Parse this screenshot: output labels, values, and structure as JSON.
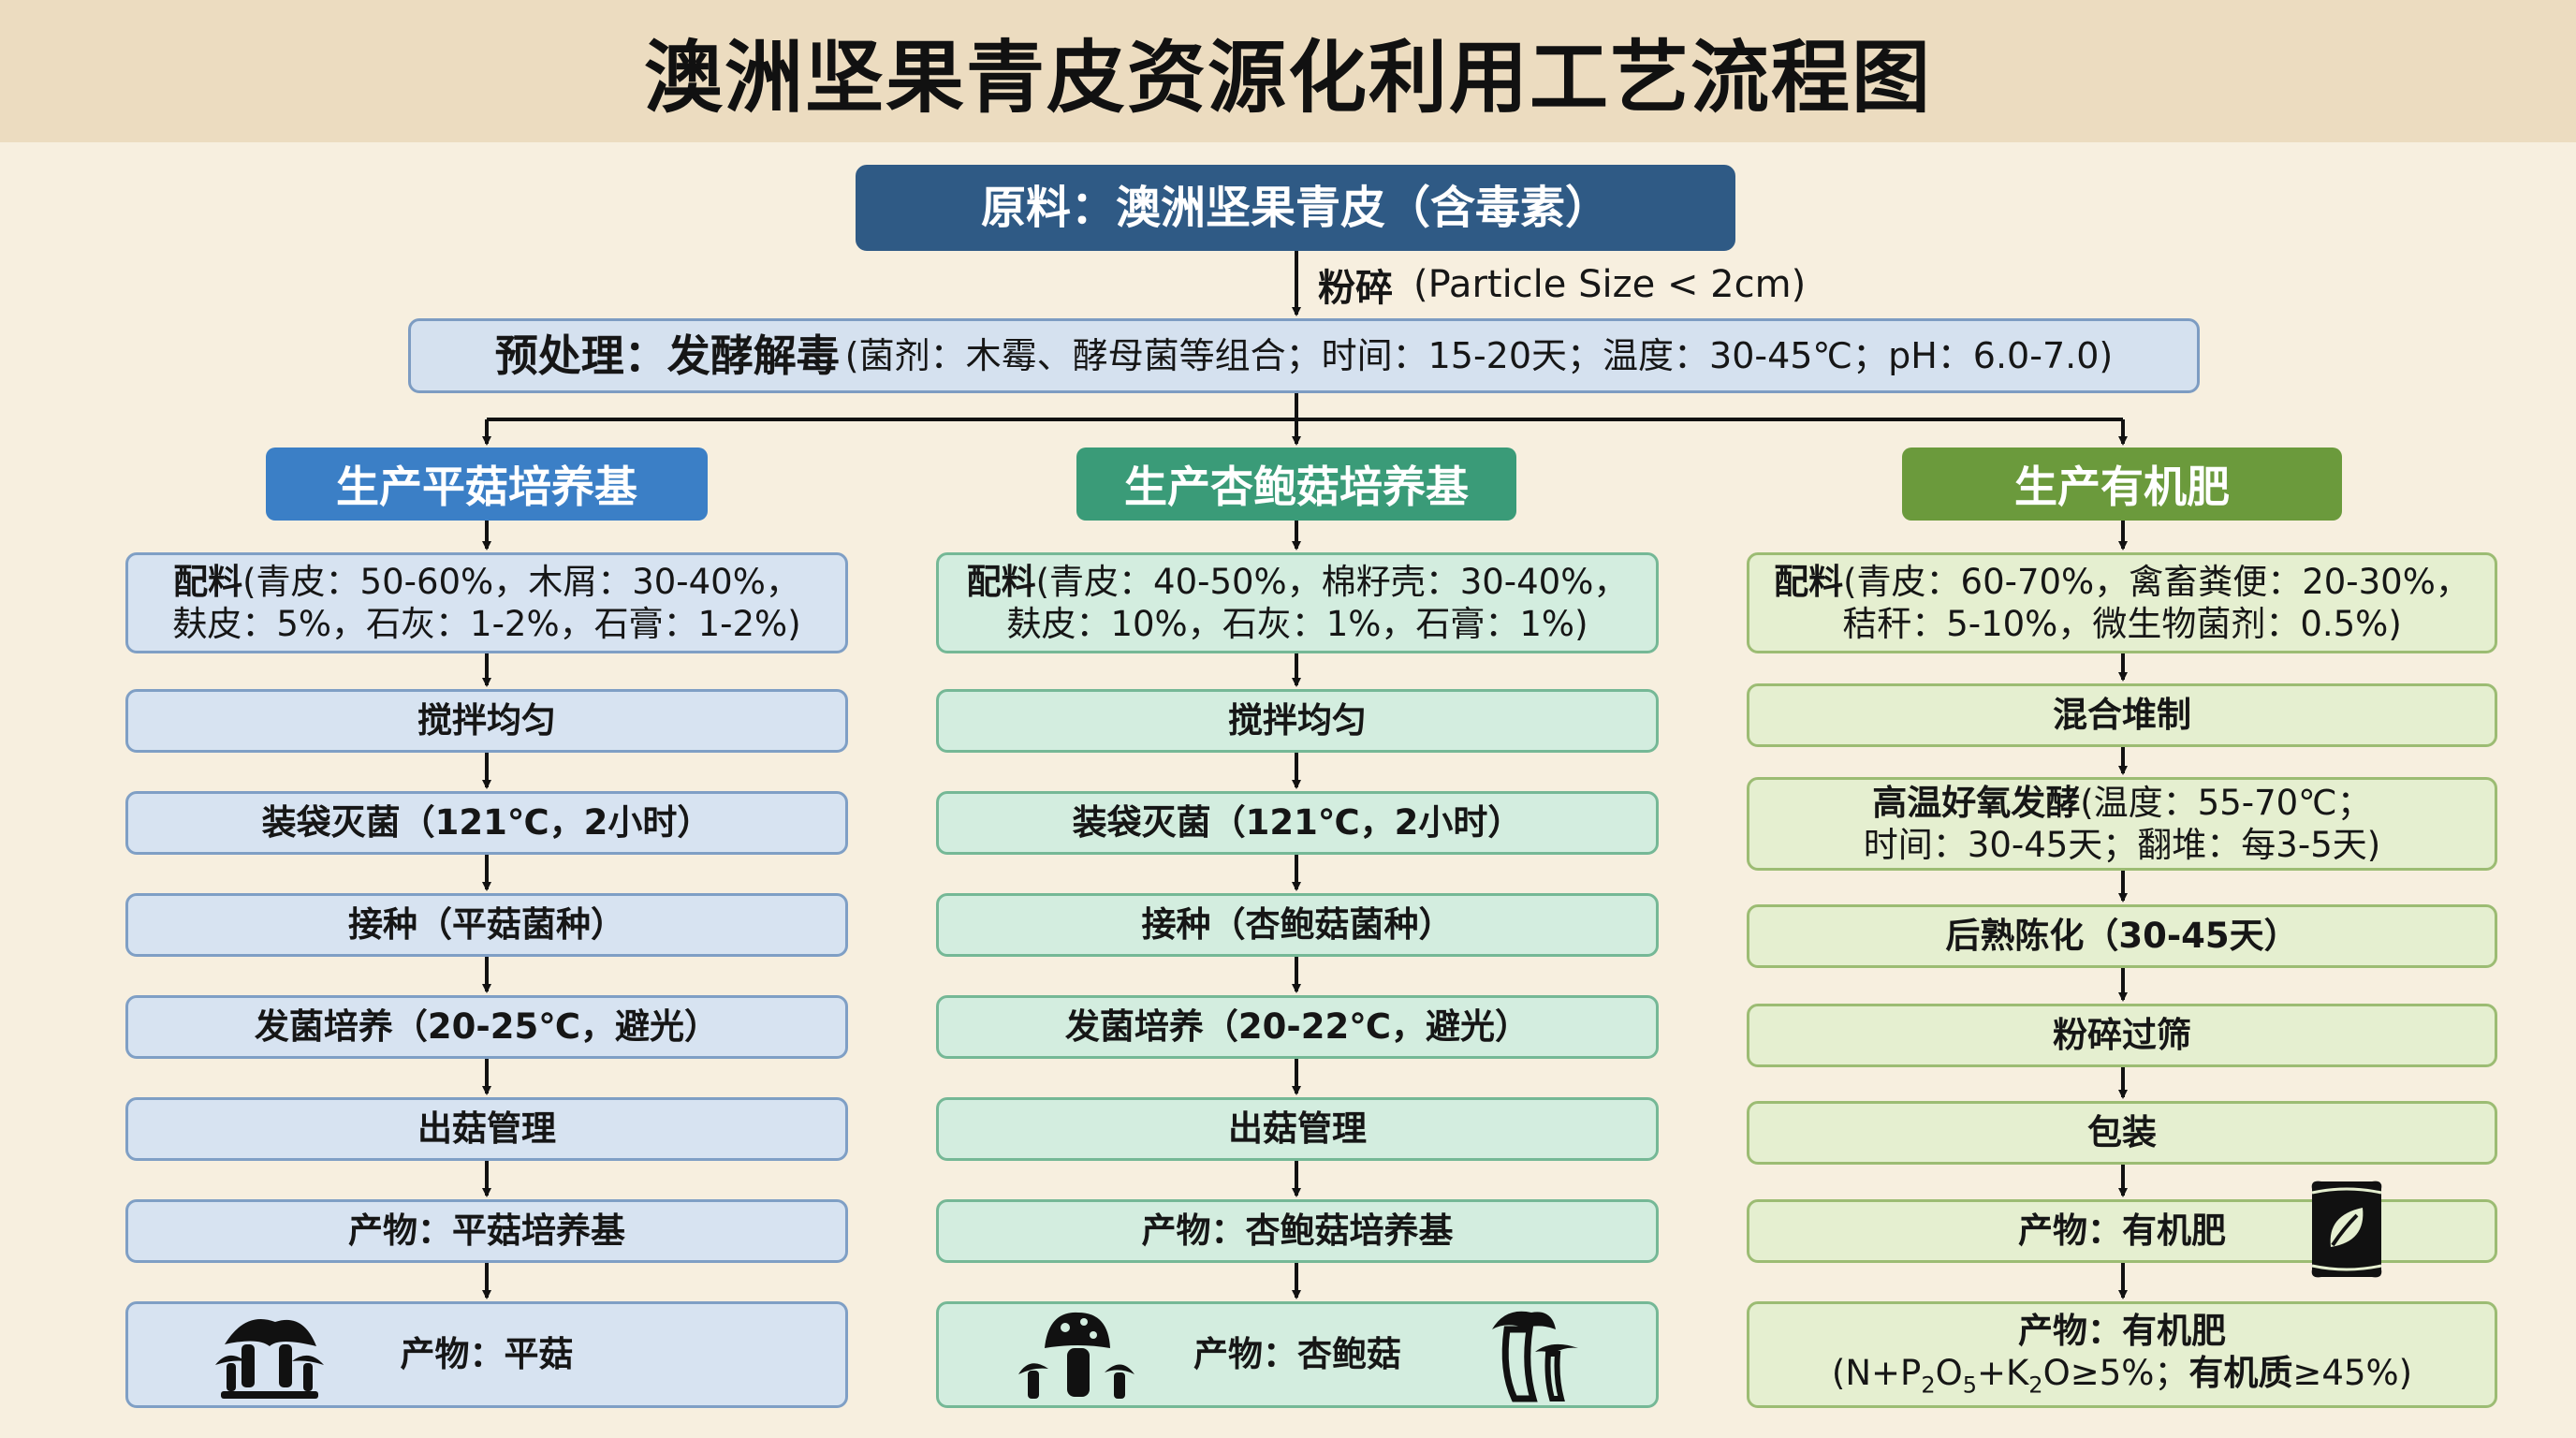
{
  "title": "澳洲坚果青皮资源化利用工艺流程图",
  "raw_material": "原料：澳洲坚果青皮（含毒素）",
  "crush_step": {
    "label": "粉碎",
    "detail": "(Particle Size < 2cm)"
  },
  "pretreatment": {
    "main": "预处理：发酵解毒",
    "detail": "(菌剂：木霉、酵母菌等组合；时间：15-20天；温度：30-45℃；pH：6.0-7.0)"
  },
  "colors": {
    "oyster_header": "#3b7fc6",
    "king_oyster_header": "#3a9b78",
    "fertilizer_header": "#6b9a3c",
    "raw_material": "#2f5a85"
  },
  "oyster": {
    "header": "生产平菇培养基",
    "formula_bold": "配料",
    "formula_line1": "(青皮：50-60%，木屑：30-40%，",
    "formula_line2": "麸皮：5%，石灰：1-2%，石膏：1-2%)",
    "steps": [
      "搅拌均匀",
      "装袋灭菌（121℃，2小时）",
      "接种（平菇菌种）",
      "发菌培养（20-25℃，避光）",
      "出菇管理",
      "产物：平菇培养基"
    ],
    "final": "产物：平菇",
    "final_icon": "mushroom-cluster-icon"
  },
  "king_oyster": {
    "header": "生产杏鲍菇培养基",
    "formula_bold": "配料",
    "formula_line1": "(青皮：40-50%，棉籽壳：30-40%，",
    "formula_line2": "麸皮：10%，石灰：1%，石膏：1%)",
    "steps": [
      "搅拌均匀",
      "装袋灭菌（121℃，2小时）",
      "接种（杏鲍菇菌种）",
      "发菌培养（20-22℃，避光）",
      "出菇管理",
      "产物：杏鲍菇培养基"
    ],
    "final": "产物：杏鲍菇",
    "final_icons": [
      "mushroom-cluster-icon",
      "king-oyster-mushroom-icon"
    ]
  },
  "fertilizer": {
    "header": "生产有机肥",
    "formula_bold": "配料",
    "formula_line1": "(青皮：60-70%，禽畜粪便：20-30%，",
    "formula_line2": "秸秆：5-10%，微生物菌剂：0.5%)",
    "steps": [
      "混合堆制",
      "高温好氧发酵（温度：55-70℃；时间：30-45天；翻堆：每3-5天）",
      "后熟陈化（30-45天）",
      "粉碎过筛",
      "包装",
      "产物：有机肥"
    ],
    "step2_bold": "高温好氧发酵",
    "step2_line1": "(温度：55-70℃；",
    "step2_line2": "时间：30-45天；翻堆：每3-5天)",
    "product_icon": "fertilizer-bag-icon",
    "final_title": "产物：有机肥",
    "final_formula": "(N+P₂O₅+K₂O≥5%；有机质≥45%)"
  }
}
